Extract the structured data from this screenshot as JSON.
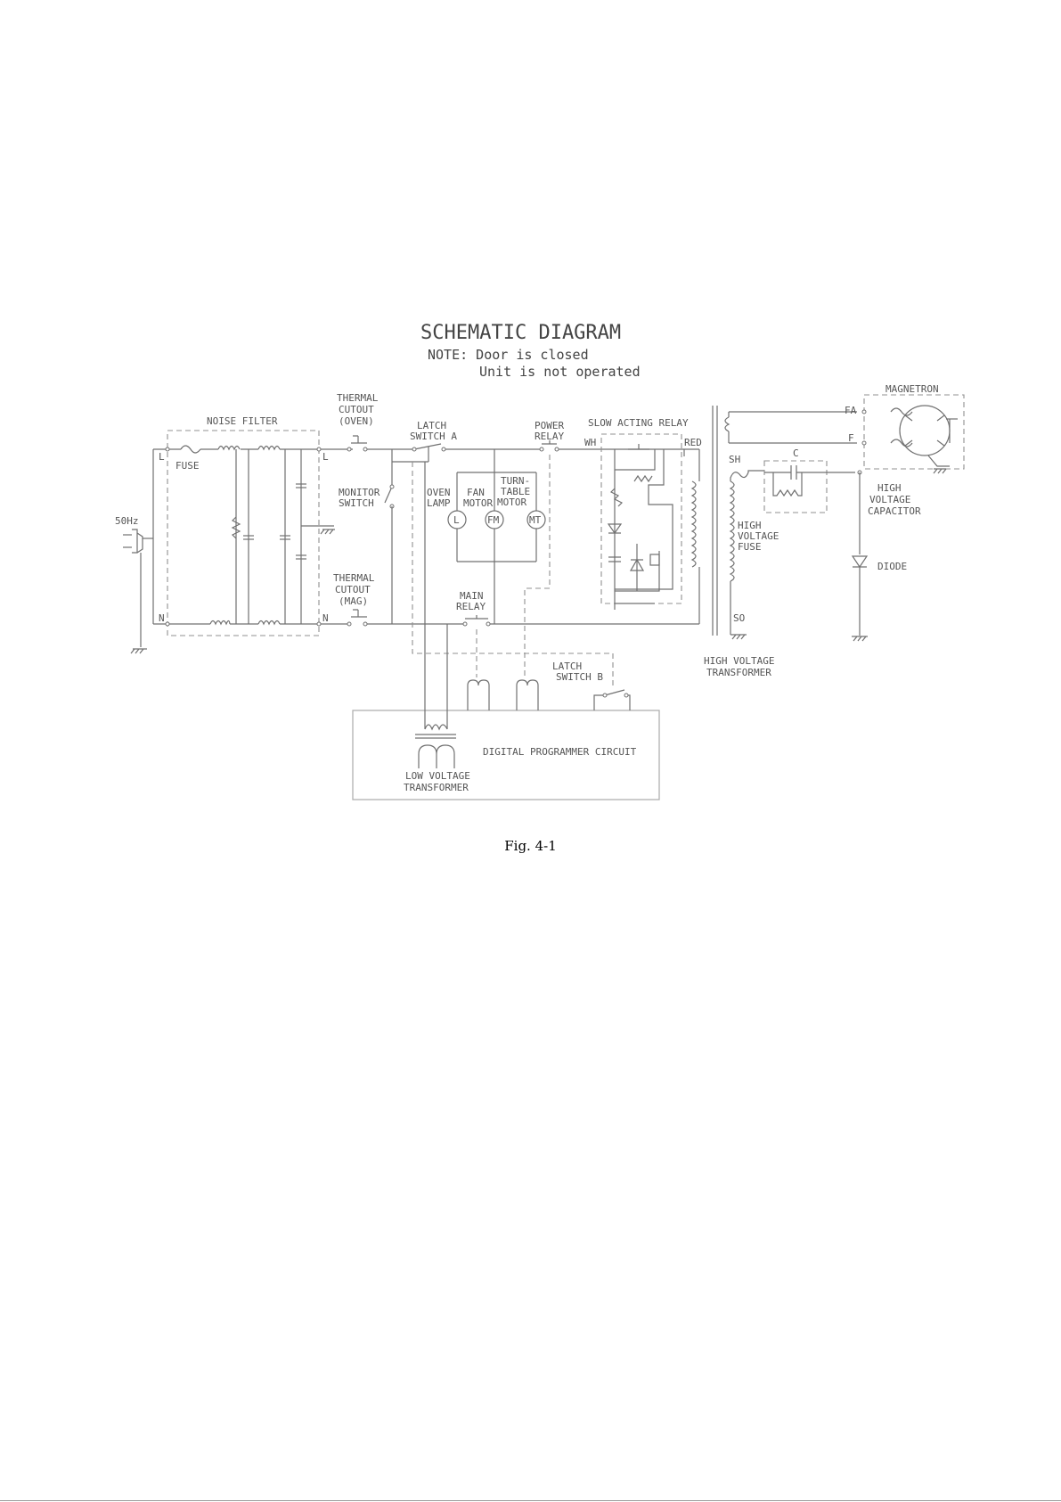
{
  "diagram": {
    "title": "SCHEMATIC DIAGRAM",
    "note_line1": "NOTE: Door is closed",
    "note_line2": "Unit is not operated",
    "labels": {
      "noise_filter": "NOISE FILTER",
      "fuse": "FUSE",
      "hz": "50Hz",
      "l_left": "L",
      "n_left": "N",
      "l_right": "L",
      "n_right": "N",
      "thermal_oven_1": "THERMAL",
      "thermal_oven_2": "CUTOUT",
      "thermal_oven_3": "(OVEN)",
      "latch_a_1": "LATCH",
      "latch_a_2": "SWITCH A",
      "monitor_1": "MONITOR",
      "monitor_2": "SWITCH",
      "oven_lamp_1": "OVEN",
      "oven_lamp_2": "LAMP",
      "fan_motor_1": "FAN",
      "fan_motor_2": "MOTOR",
      "turntable_1": "TURN-",
      "turntable_2": "TABLE",
      "turntable_3": "MOTOR",
      "lamp_symbol": "L",
      "fm_symbol": "FM",
      "mt_symbol": "MT",
      "power_relay_1": "POWER",
      "power_relay_2": "RELAY",
      "slow_relay": "SLOW ACTING RELAY",
      "wh": "WH",
      "red": "RED",
      "thermal_mag_1": "THERMAL",
      "thermal_mag_2": "CUTOUT",
      "thermal_mag_3": "(MAG)",
      "main_relay_1": "MAIN",
      "main_relay_2": "RELAY",
      "latch_b_1": "LATCH",
      "latch_b_2": "SWITCH B",
      "digital": "DIGITAL PROGRAMMER CIRCUIT",
      "lvt_1": "LOW VOLTAGE",
      "lvt_2": "TRANSFORMER",
      "sh": "SH",
      "so": "SO",
      "hv_fuse_1": "HIGH",
      "hv_fuse_2": "VOLTAGE",
      "hv_fuse_3": "FUSE",
      "hvt_1": "HIGH VOLTAGE",
      "hvt_2": "TRANSFORMER",
      "c": "C",
      "magnetron": "MAGNETRON",
      "fa": "FA",
      "f": "F",
      "hvc_1": "HIGH",
      "hvc_2": "VOLTAGE",
      "hvc_3": "CAPACITOR",
      "diode": "DIODE"
    }
  },
  "figure": {
    "caption": "Fig. 4-1"
  }
}
